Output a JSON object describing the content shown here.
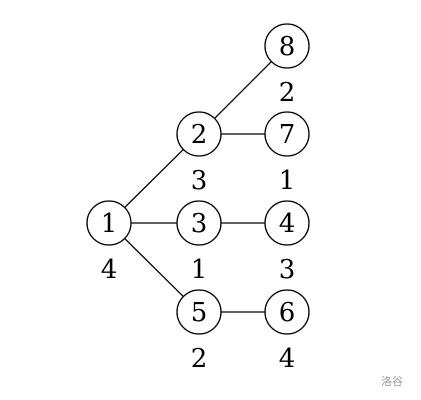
{
  "tree": {
    "nodes": [
      {
        "id": "1",
        "label": "1",
        "value": "4"
      },
      {
        "id": "2",
        "label": "2",
        "value": "3"
      },
      {
        "id": "3",
        "label": "3",
        "value": "1"
      },
      {
        "id": "5",
        "label": "5",
        "value": "2"
      },
      {
        "id": "8",
        "label": "8",
        "value": "2"
      },
      {
        "id": "7",
        "label": "7",
        "value": "1"
      },
      {
        "id": "4",
        "label": "4",
        "value": "3"
      },
      {
        "id": "6",
        "label": "6",
        "value": "4"
      }
    ],
    "edges": [
      {
        "from": "1",
        "to": "2"
      },
      {
        "from": "1",
        "to": "3"
      },
      {
        "from": "1",
        "to": "5"
      },
      {
        "from": "2",
        "to": "8"
      },
      {
        "from": "2",
        "to": "7"
      },
      {
        "from": "3",
        "to": "4"
      },
      {
        "from": "5",
        "to": "6"
      }
    ]
  },
  "watermark": "洛谷"
}
